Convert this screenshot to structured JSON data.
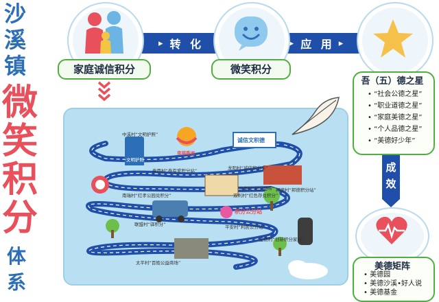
{
  "title": {
    "chars": [
      "沙",
      "溪",
      "镇",
      "微",
      "笑",
      "积",
      "分",
      "体",
      "系"
    ]
  },
  "top_row": {
    "family_label": "家庭诚信积分",
    "smile_label": "微笑积分",
    "convert_label": "转 化",
    "apply_label": "应 用"
  },
  "star_panel": {
    "title": "吾（五）德之星",
    "items": [
      "“社会公德之星”",
      "“职业道德之星”",
      "“家庭美德之星”",
      "“个人品德之星”",
      "“美德好少年”"
    ]
  },
  "result_label": "成\n效",
  "matrix_panel": {
    "title": "美德矩阵",
    "items": [
      "美德园",
      "美德沙溪•好人说",
      "美德基金"
    ]
  },
  "map": {
    "labels": [
      "中溪村“文明护照”",
      "文明护照",
      "幸福香洲",
      "泰西村“泰有爱积分站”",
      "诚信文积德",
      "龙阳村“诚信积分卡”",
      "南瑞村“红孝公园兑积分”",
      "洪南村“积分超市”",
      "邦德村“邦德积分站”",
      "双利村“红色存兑积分”",
      "联盟村“驿积分”",
      "积分公分站",
      "平安村“利民公分站”",
      "庄德村“创新积分家园”",
      "太平村“百姓公益商场”"
    ]
  },
  "colors": {
    "title_blue": "#2d6fb7",
    "title_red": "#e8505b",
    "band_blue": "#1f4fa8",
    "green_border": "#4fae3f",
    "map_bg": "#b9e0f2",
    "road": "#1f4fa8"
  },
  "icons": [
    "family-icon",
    "smile-icon",
    "star-icon",
    "heart-monitor-icon",
    "feather-icon",
    "down-chevrons-icon"
  ]
}
